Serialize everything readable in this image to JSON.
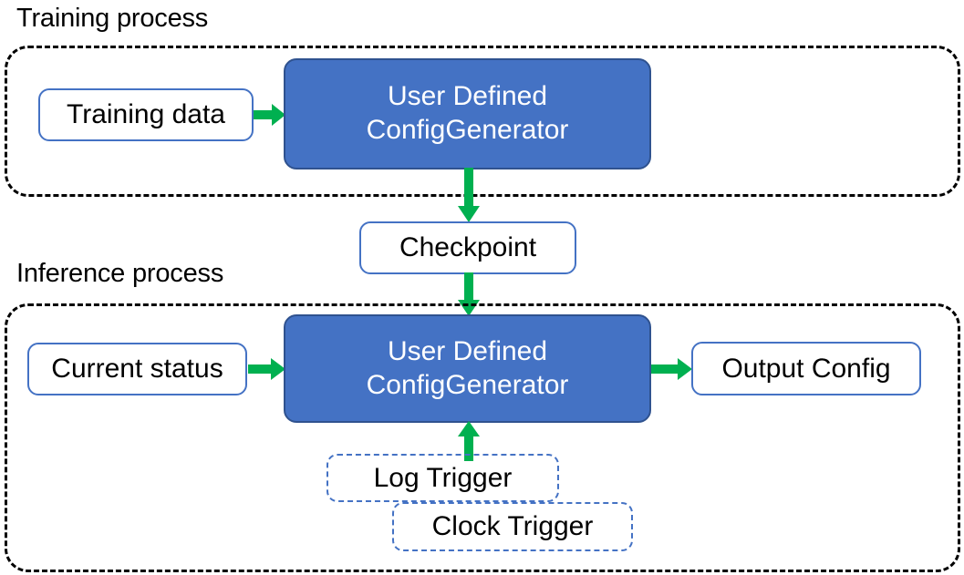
{
  "diagram": {
    "title_training": "Training process",
    "title_inference": "Inference process",
    "colors": {
      "process_fill": "#4472C4",
      "process_stroke": "#2F528F",
      "box_stroke": "#4472C4",
      "arrow": "#00B050",
      "container_stroke": "#000000",
      "text_dark": "#000000",
      "text_light": "#FFFFFF"
    },
    "training": {
      "input_label": "Training data",
      "process_line1": "User Defined",
      "process_line2": "ConfigGenerator"
    },
    "checkpoint": {
      "label": "Checkpoint"
    },
    "inference": {
      "input_label": "Current status",
      "process_line1": "User Defined",
      "process_line2": "ConfigGenerator",
      "output_label": "Output Config",
      "trigger_log": "Log Trigger",
      "trigger_clock": "Clock Trigger"
    },
    "edges": [
      {
        "name": "training-data-to-generator",
        "from": "Training data",
        "to": "User Defined ConfigGenerator",
        "direction": "right"
      },
      {
        "name": "generator-to-checkpoint",
        "from": "User Defined ConfigGenerator",
        "to": "Checkpoint",
        "direction": "down"
      },
      {
        "name": "checkpoint-to-inference-generator",
        "from": "Checkpoint",
        "to": "User Defined ConfigGenerator",
        "direction": "down"
      },
      {
        "name": "current-status-to-generator",
        "from": "Current status",
        "to": "User Defined ConfigGenerator",
        "direction": "right"
      },
      {
        "name": "generator-to-output-config",
        "from": "User Defined ConfigGenerator",
        "to": "Output Config",
        "direction": "right"
      },
      {
        "name": "triggers-to-generator",
        "from": "Log Trigger / Clock Trigger",
        "to": "User Defined ConfigGenerator",
        "direction": "up"
      }
    ]
  }
}
